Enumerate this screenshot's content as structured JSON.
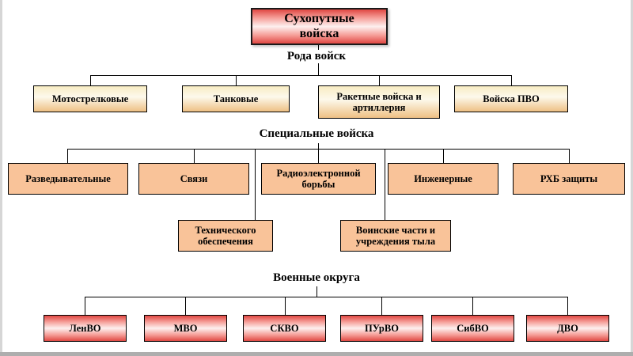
{
  "root": {
    "label": "Сухопутные войска"
  },
  "sections": {
    "roda": {
      "heading": "Рода войск",
      "boxes": [
        "Мотострелковые",
        "Танковые",
        "Ракетные войска и артиллерия",
        "Войска ПВО"
      ]
    },
    "spec": {
      "heading": "Специальные войска",
      "boxes": [
        "Разведывательные",
        "Связи",
        "Радиоэлектронной борьбы",
        "Инженерные",
        "РХБ защиты"
      ],
      "sub_boxes": [
        "Технического обеспечения",
        "Воинские части и учреждения тыла"
      ]
    },
    "okruga": {
      "heading": "Военные округа",
      "boxes": [
        "ЛенВО",
        "МВО",
        "СКВО",
        "ПУрВО",
        "СибВО",
        "ДВО"
      ]
    }
  },
  "colors": {
    "line": "#000000",
    "red_box_edge": "#e04843",
    "red_box_center": "#fdf0ef",
    "cream_box_top": "#f8ecc3",
    "cream_box_bottom": "#eec084",
    "tan_box": "#f9c399",
    "border": "#000000",
    "background": "#ffffff"
  }
}
